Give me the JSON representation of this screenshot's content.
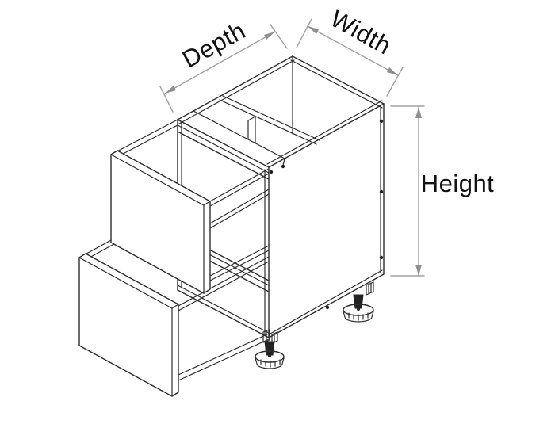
{
  "diagram": {
    "type": "cabinet-dimension-illustration",
    "labels": {
      "depth": "Depth",
      "width": "Width",
      "height": "Height"
    },
    "colors": {
      "background": "#ffffff",
      "cabinet_outline": "#2e2e2e",
      "dimension_lines": "#a0a0a0",
      "label_text": "#111111"
    }
  }
}
